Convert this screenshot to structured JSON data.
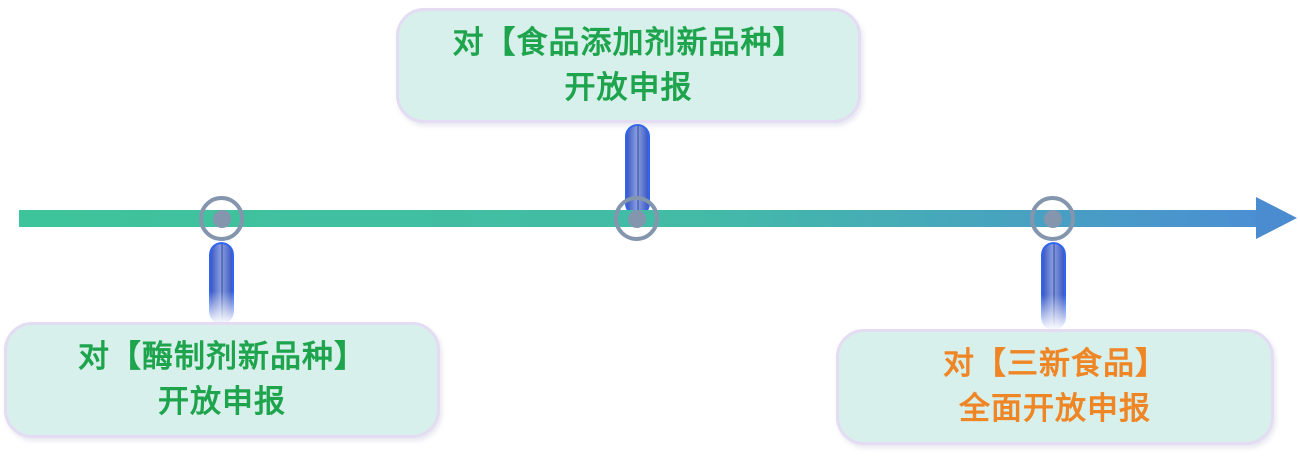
{
  "figure": {
    "description": "timeline-of-application-openings",
    "background_color": "#ffffff",
    "axis": {
      "direction": "left-to-right",
      "gradient_start_color": "#3ec49a",
      "gradient_end_color": "#4b8fd3",
      "arrowhead_color": "#4b8cd1"
    },
    "marker_color": "#8495ae",
    "connector_color": "#2e64f0",
    "callout_background_color": "#d8f0ec"
  },
  "events": [
    {
      "line1": "对【酶制剂新品种】",
      "line2": "开放申报",
      "text_color": "#1fa44e",
      "position": "below-axis-left"
    },
    {
      "line1": "对【食品添加剂新品种】",
      "line2": "开放申报",
      "text_color": "#1fa44e",
      "position": "above-axis-center"
    },
    {
      "line1": "对【三新食品】",
      "line2": "全面开放申报",
      "text_color": "#ef8626",
      "position": "below-axis-right"
    }
  ]
}
